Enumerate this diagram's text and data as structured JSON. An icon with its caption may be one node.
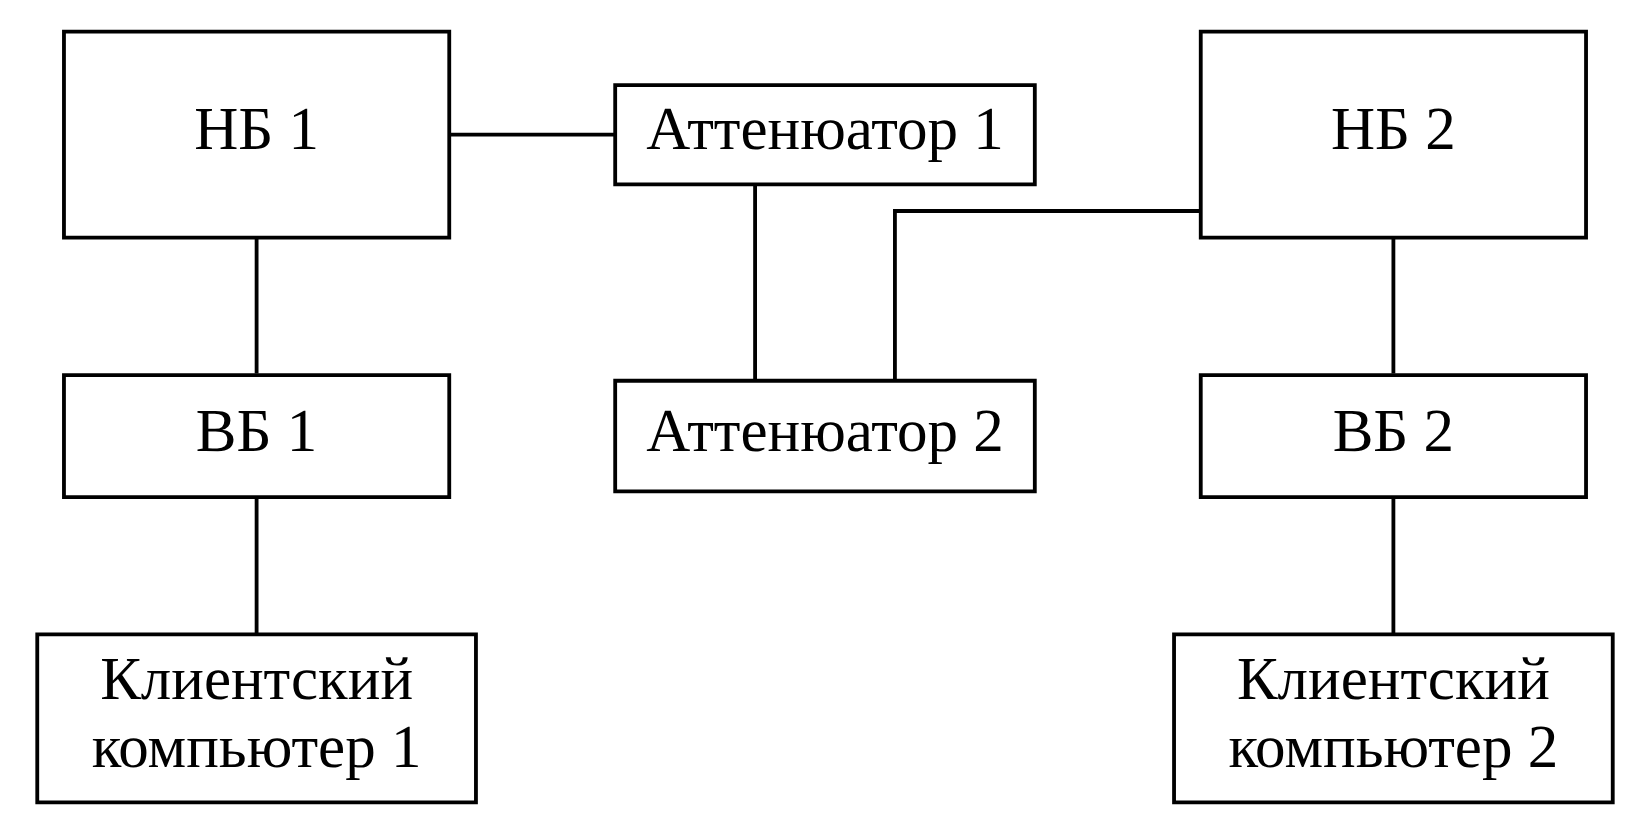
{
  "diagram": {
    "nodes": [
      {
        "text": [
          "НБ 1"
        ]
      },
      {
        "text": [
          "Аттенюатор 1"
        ]
      },
      {
        "text": [
          "НБ 2"
        ]
      },
      {
        "text": [
          "Аттенюатор 2"
        ]
      },
      {
        "text": [
          "ВБ 1"
        ]
      },
      {
        "text": [
          "ВБ 2"
        ]
      },
      {
        "text": [
          "Клиентский компьютер 1"
        ]
      },
      {
        "text": [
          "Клиентский компьютер 2"
        ]
      }
    ],
    "edges": [
      {
        "from": 0,
        "to": 1,
        "arrow": "none"
      },
      {
        "from": 1,
        "to": 3,
        "arrow": "none"
      },
      {
        "from": 3,
        "to": 2,
        "arrow": "none"
      },
      {
        "from": 0,
        "to": 4,
        "arrow": "none"
      },
      {
        "from": 4,
        "to": 6,
        "arrow": "none"
      },
      {
        "from": 2,
        "to": 5,
        "arrow": "none"
      },
      {
        "from": 5,
        "to": 7,
        "arrow": "none"
      }
    ]
  }
}
